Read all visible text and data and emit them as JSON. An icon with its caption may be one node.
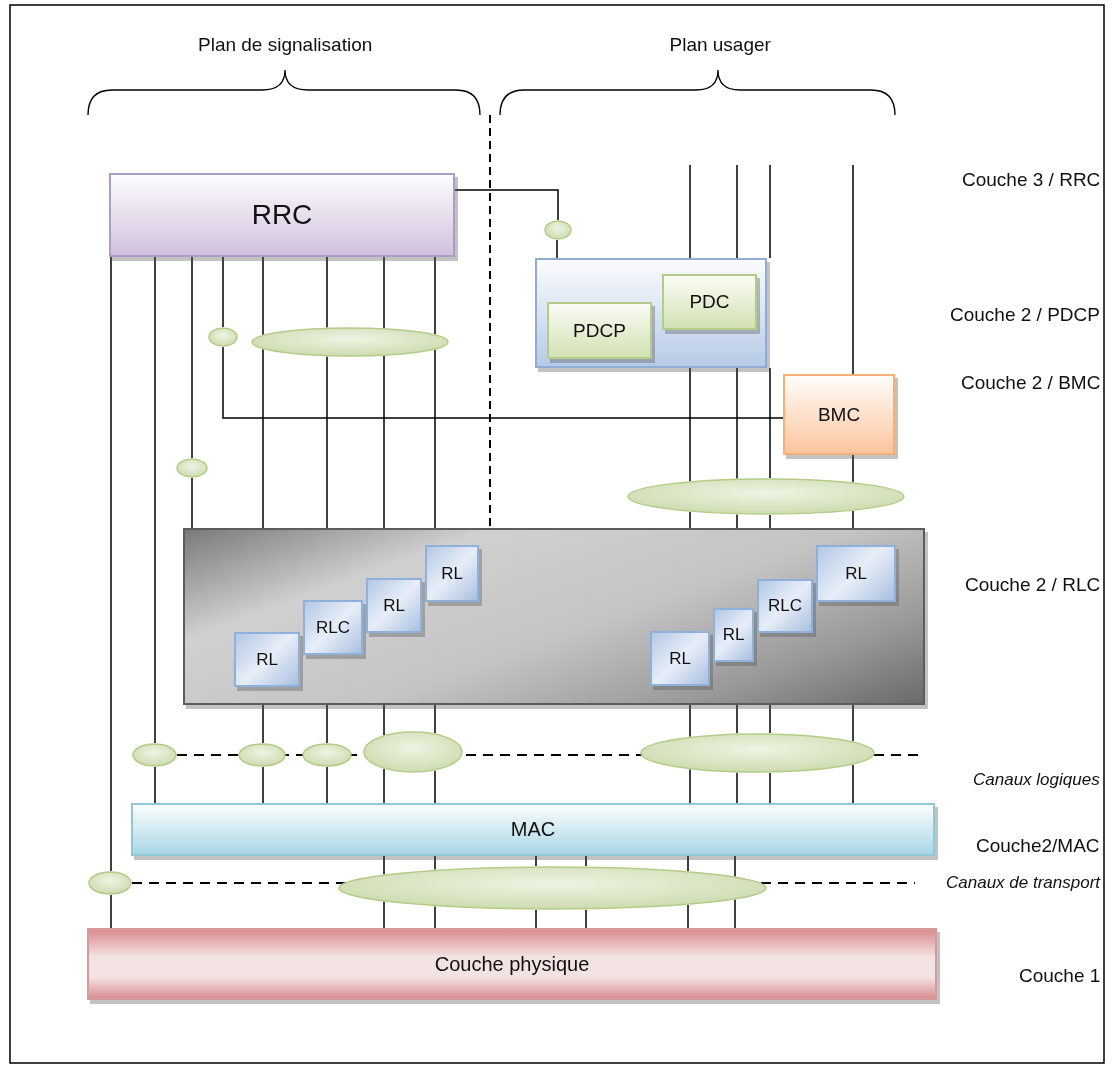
{
  "diagram": {
    "nodes": [
      {
        "text": [
          "RRC"
        ]
      },
      {
        "text": [],
        "shape": "box"
      },
      {
        "text": [
          "PDCP"
        ],
        "in": 1
      },
      {
        "text": [
          "PDC"
        ],
        "in": 1
      },
      {
        "text": [
          "BMC"
        ]
      },
      {
        "text": [],
        "shape": "box"
      },
      {
        "text": [
          "RL"
        ],
        "in": 5
      },
      {
        "text": [
          "RLC"
        ],
        "in": 5
      },
      {
        "text": [
          "RL"
        ],
        "in": 5
      },
      {
        "text": [
          "RL"
        ],
        "in": 5
      },
      {
        "text": [
          "RL"
        ],
        "in": 5
      },
      {
        "text": [
          "RL"
        ],
        "in": 5
      },
      {
        "text": [
          "RLC"
        ],
        "in": 5
      },
      {
        "text": [
          "RL"
        ],
        "in": 5
      },
      {
        "text": [
          "MAC"
        ]
      },
      {
        "text": [
          "Couche physique"
        ]
      },
      {
        "text": [],
        "shape": "ellipse"
      },
      {
        "text": [],
        "shape": "ellipse"
      },
      {
        "text": [],
        "shape": "ellipse"
      },
      {
        "text": [],
        "shape": "ellipse"
      },
      {
        "text": [],
        "shape": "ellipse"
      },
      {
        "text": [],
        "shape": "ellipse"
      },
      {
        "text": [],
        "shape": "ellipse"
      },
      {
        "text": [],
        "shape": "ellipse"
      },
      {
        "text": [],
        "shape": "ellipse"
      },
      {
        "text": [],
        "shape": "ellipse"
      },
      {
        "text": [],
        "shape": "ellipse"
      },
      {
        "text": [],
        "shape": "ellipse"
      }
    ],
    "edges": [
      {
        "from": 0,
        "to": 16,
        "arrow": "none"
      },
      {
        "from": 16,
        "to": 1,
        "arrow": "none"
      },
      {
        "from": 0,
        "to": 26,
        "arrow": "none"
      },
      {
        "from": 26,
        "to": 15,
        "arrow": "none"
      },
      {
        "from": 0,
        "to": 21,
        "arrow": "none"
      },
      {
        "from": 21,
        "to": 14,
        "arrow": "none"
      },
      {
        "from": 0,
        "to": 19,
        "arrow": "none"
      },
      {
        "from": 19,
        "to": 5,
        "arrow": "none"
      },
      {
        "from": 0,
        "to": 17,
        "arrow": "none"
      },
      {
        "from": 17,
        "to": 4,
        "arrow": "none"
      },
      {
        "from": 0,
        "to": 18,
        "arrow": "none"
      },
      {
        "from": 0,
        "to": 18,
        "arrow": "none"
      },
      {
        "from": 0,
        "to": 18,
        "arrow": "none"
      },
      {
        "from": 0,
        "to": 18,
        "arrow": "none"
      },
      {
        "from": 18,
        "to": 6,
        "arrow": "none"
      },
      {
        "from": 18,
        "to": 7,
        "arrow": "none"
      },
      {
        "from": 18,
        "to": 8,
        "arrow": "none"
      },
      {
        "from": 18,
        "to": 9,
        "arrow": "none"
      },
      {
        "from": 6,
        "to": 22,
        "arrow": "none"
      },
      {
        "from": 7,
        "to": 23,
        "arrow": "none"
      },
      {
        "from": 8,
        "to": 24,
        "arrow": "none"
      },
      {
        "from": 9,
        "to": 24,
        "arrow": "none"
      },
      {
        "from": 22,
        "to": 14,
        "arrow": "none"
      },
      {
        "from": 23,
        "to": 14,
        "arrow": "none"
      },
      {
        "from": 24,
        "to": 14,
        "arrow": "none"
      },
      {
        "from": 24,
        "to": 14,
        "arrow": "none"
      },
      {
        "from": null,
        "to": 1,
        "arrow": "none"
      },
      {
        "from": null,
        "to": 1,
        "arrow": "none"
      },
      {
        "from": null,
        "to": 1,
        "arrow": "none"
      },
      {
        "from": null,
        "to": 4,
        "arrow": "none"
      },
      {
        "from": 1,
        "to": 20,
        "arrow": "none"
      },
      {
        "from": 1,
        "to": 20,
        "arrow": "none"
      },
      {
        "from": 1,
        "to": 20,
        "arrow": "none"
      },
      {
        "from": 4,
        "to": 20,
        "arrow": "none"
      },
      {
        "from": 20,
        "to": 10,
        "arrow": "none"
      },
      {
        "from": 20,
        "to": 11,
        "arrow": "none"
      },
      {
        "from": 20,
        "to": 12,
        "arrow": "none"
      },
      {
        "from": 20,
        "to": 13,
        "arrow": "none"
      },
      {
        "from": 10,
        "to": 25,
        "arrow": "none"
      },
      {
        "from": 11,
        "to": 25,
        "arrow": "none"
      },
      {
        "from": 12,
        "to": 25,
        "arrow": "none"
      },
      {
        "from": 13,
        "to": 25,
        "arrow": "none"
      },
      {
        "from": 25,
        "to": 14,
        "arrow": "none"
      },
      {
        "from": 25,
        "to": 14,
        "arrow": "none"
      },
      {
        "from": 25,
        "to": 14,
        "arrow": "none"
      },
      {
        "from": 25,
        "to": 14,
        "arrow": "none"
      },
      {
        "from": 14,
        "to": 27,
        "arrow": "none"
      },
      {
        "from": 14,
        "to": 27,
        "arrow": "none"
      },
      {
        "from": 14,
        "to": 27,
        "arrow": "none"
      },
      {
        "from": 14,
        "to": 27,
        "arrow": "none"
      },
      {
        "from": 14,
        "to": 27,
        "arrow": "none"
      },
      {
        "from": 14,
        "to": 27,
        "arrow": "none"
      },
      {
        "from": 27,
        "to": 15,
        "arrow": "none"
      },
      {
        "from": 27,
        "to": 15,
        "arrow": "none"
      },
      {
        "from": 27,
        "to": 15,
        "arrow": "none"
      },
      {
        "from": 27,
        "to": 15,
        "arrow": "none"
      },
      {
        "from": 27,
        "to": 15,
        "arrow": "none"
      },
      {
        "from": 27,
        "to": 15,
        "arrow": "none"
      }
    ],
    "labels": [
      "Plan de signalisation",
      "Plan usager",
      "Couche 3 / RRC",
      "Couche 2 / PDCP",
      "Couche 2 / BMC",
      "Couche 2 / RLC",
      "Canaux logiques",
      "Couche2/MAC",
      "Canaux de transport",
      "Couche 1"
    ]
  }
}
